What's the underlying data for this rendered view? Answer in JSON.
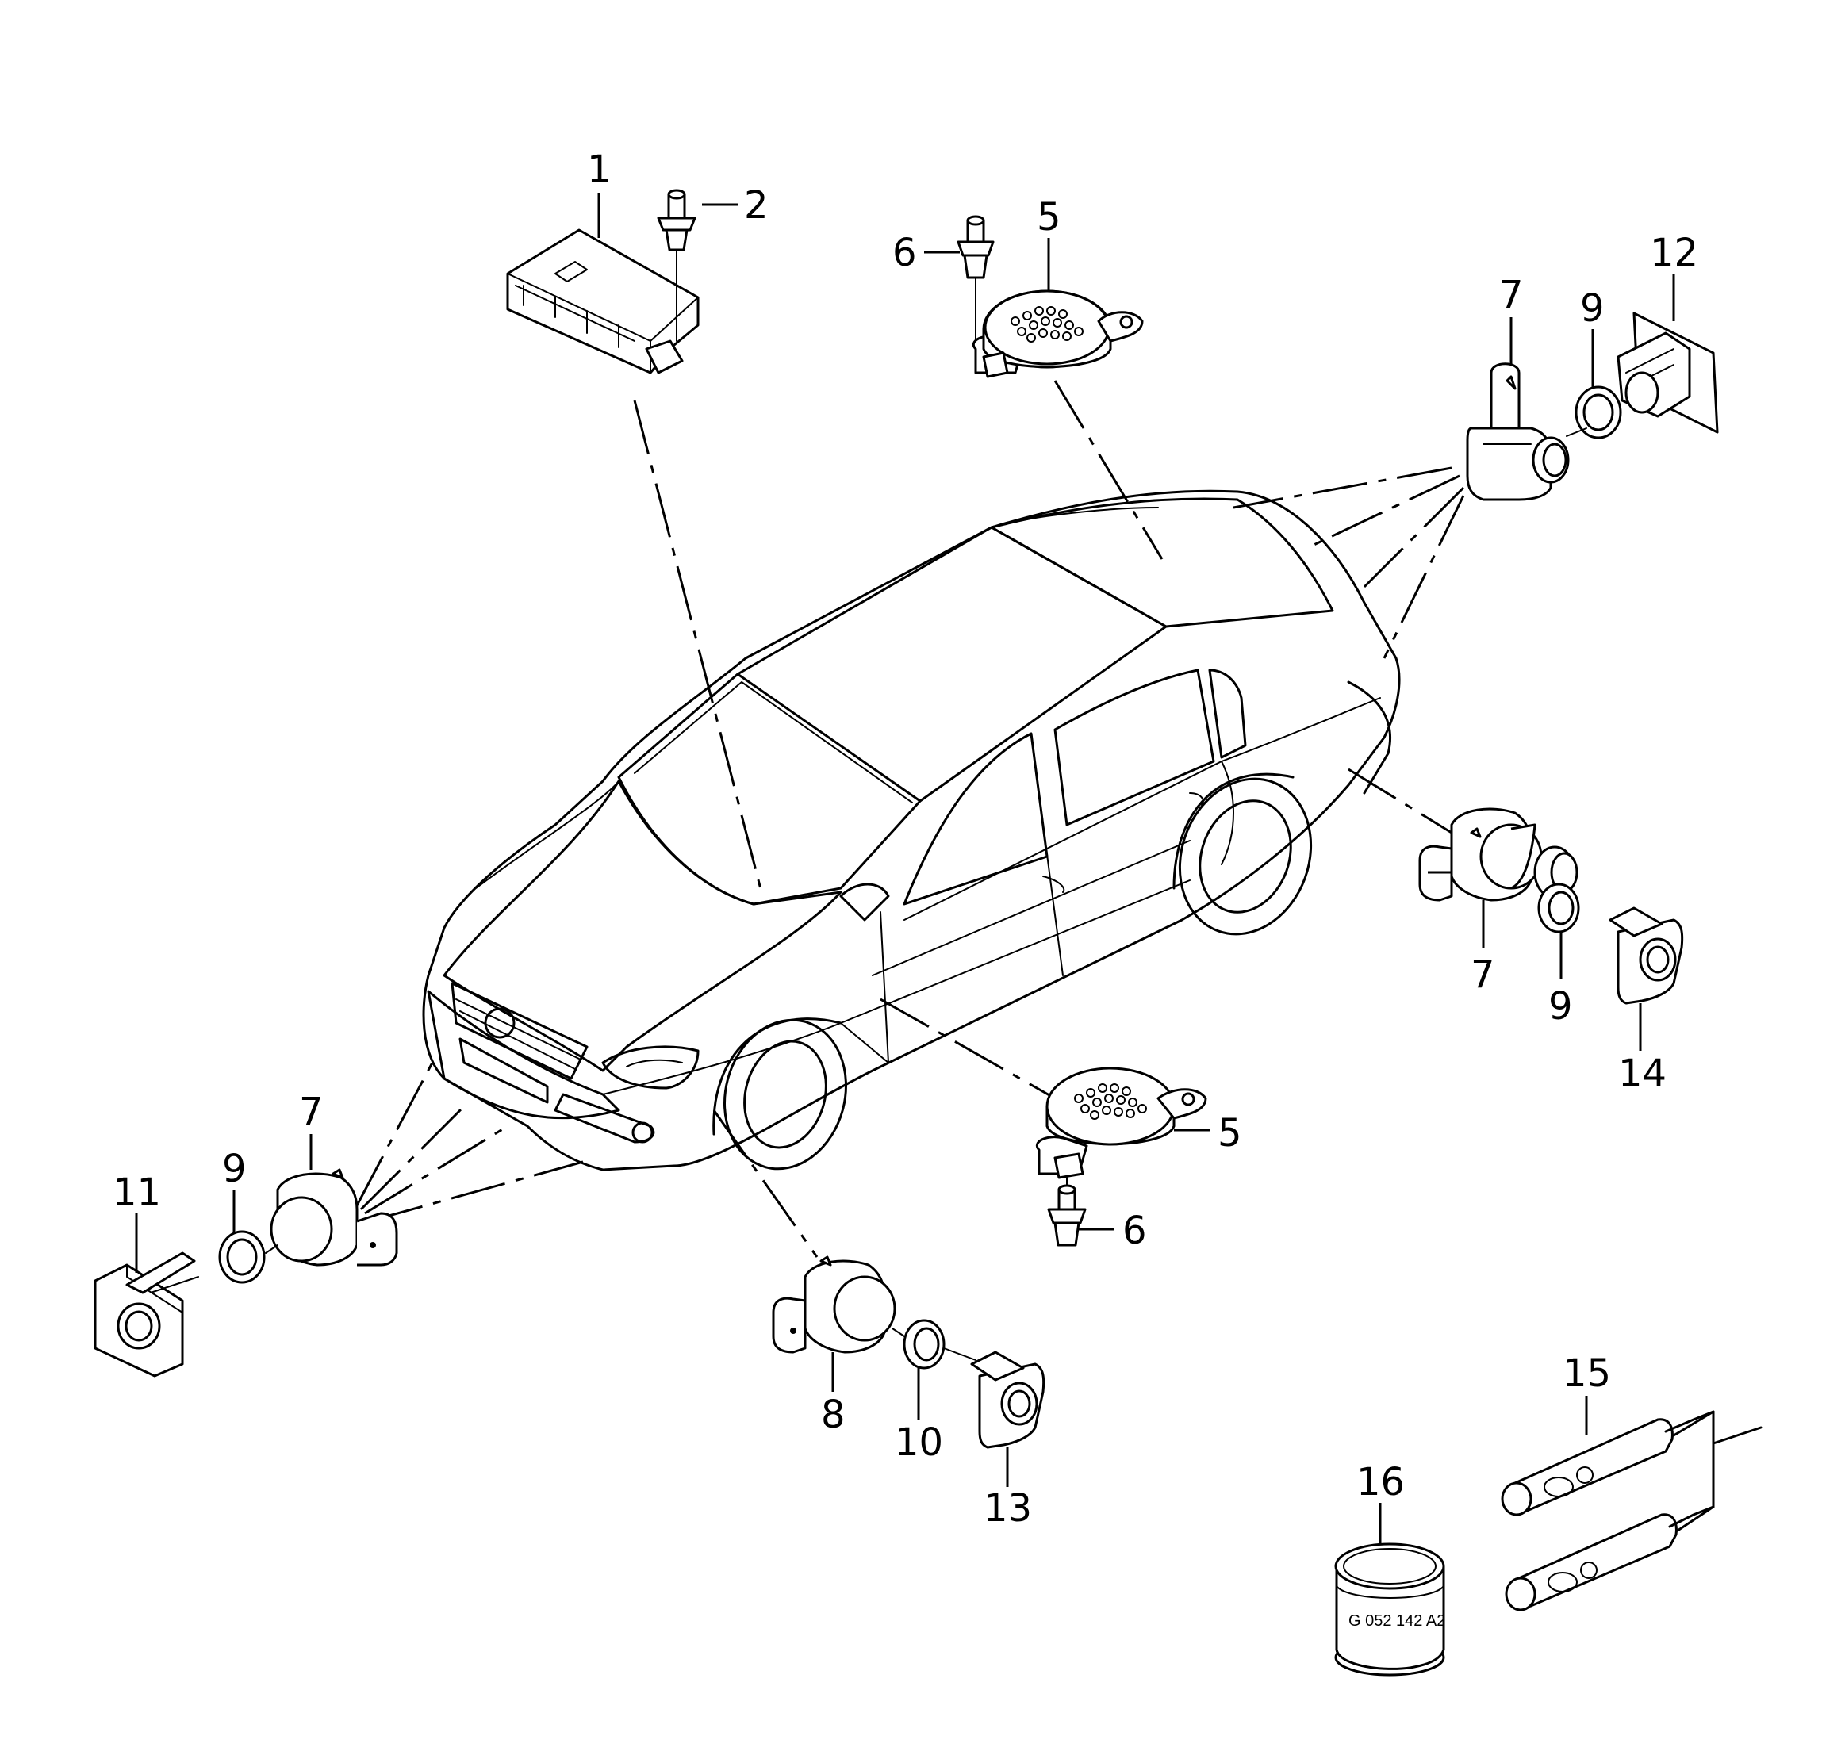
{
  "callouts": {
    "c1": "1",
    "c2": "2",
    "c5a": "5",
    "c6a": "6",
    "c12": "12",
    "c7a": "7",
    "c9a": "9",
    "c7b": "7",
    "c9b": "9",
    "c14": "14",
    "c5b": "5",
    "c6b": "6",
    "c7c": "7",
    "c9c": "9",
    "c11": "11",
    "c8": "8",
    "c10": "10",
    "c13": "13",
    "c15": "15",
    "c16": "16"
  },
  "parts": {
    "grease_tin_label": "G 052 142 A2"
  }
}
